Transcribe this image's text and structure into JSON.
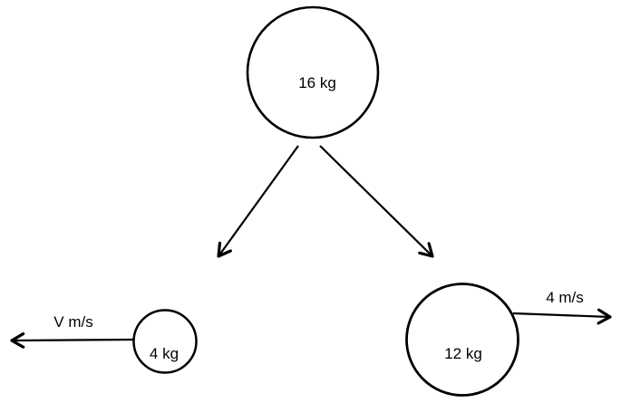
{
  "colors": {
    "ink": "#000000",
    "background": "#ffffff"
  },
  "diagram": {
    "initial_body": {
      "mass_label": "16 kg"
    },
    "left_fragment": {
      "mass_label": "4 kg",
      "velocity_label": "V m/s"
    },
    "right_fragment": {
      "mass_label": "12 kg",
      "velocity_label": "4 m/s"
    }
  }
}
